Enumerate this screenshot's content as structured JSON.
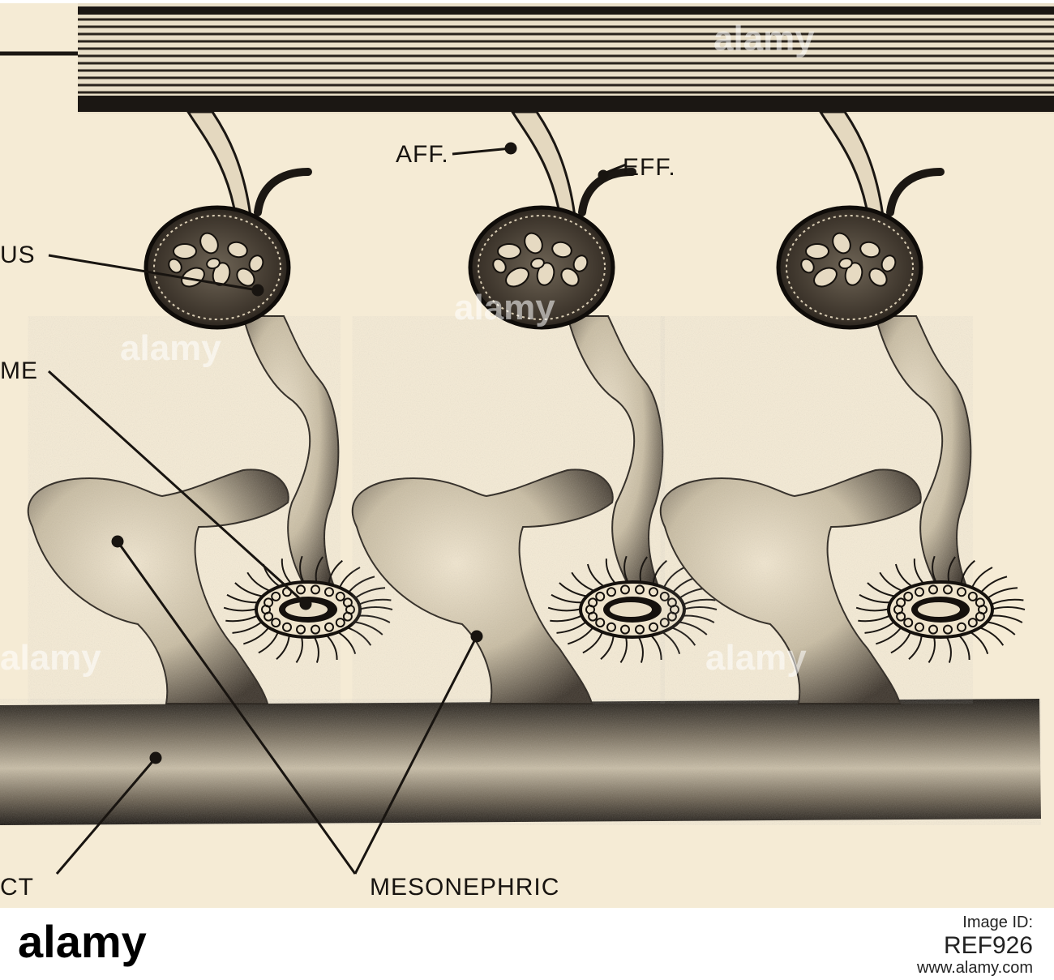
{
  "figure": {
    "labels": {
      "top_left": "US",
      "aff": "AFF.",
      "eff": "EFF.",
      "glomerulus": "US",
      "middle_left": "ME",
      "duct": "CT",
      "mesonephric": "MESONEPHRIC"
    },
    "watermark_text": "alamy"
  },
  "footer": {
    "brand": "alamy",
    "image_id_label": "Image ID:",
    "image_id": "REF926",
    "site": "www.alamy.com"
  },
  "colors": {
    "paper": "#f5ebd5",
    "ink": "#181410",
    "footer_bg": "#ffffff"
  }
}
